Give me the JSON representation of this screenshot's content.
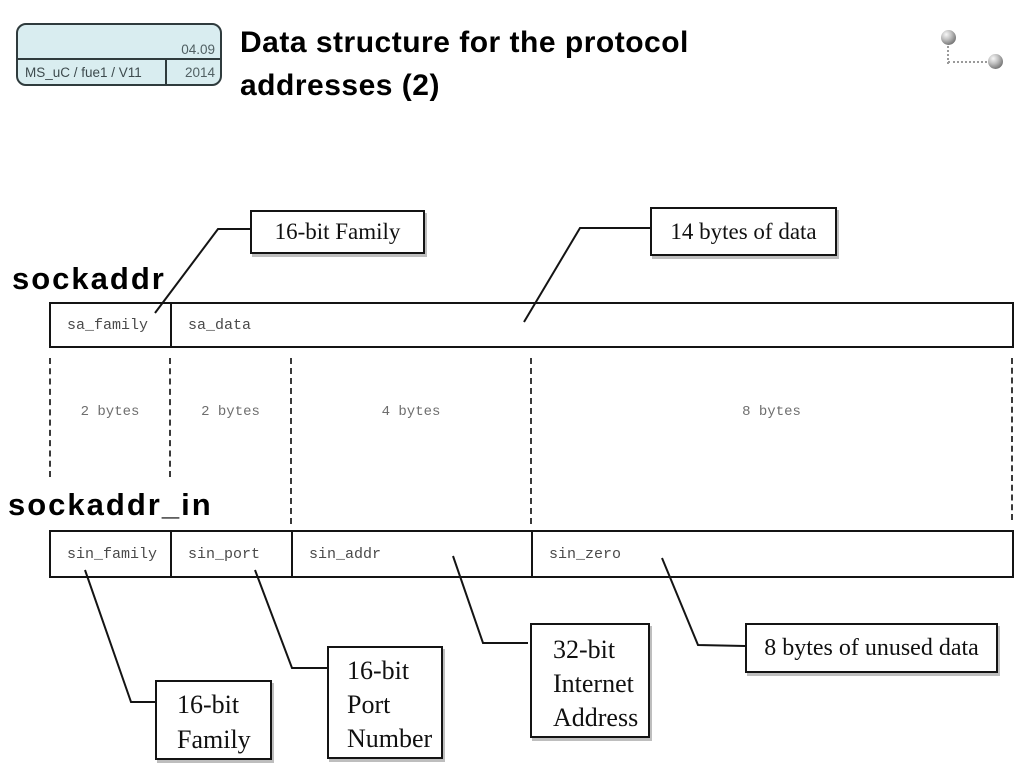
{
  "header": {
    "stamp": {
      "course": "MS_uC / fue1 / V11",
      "date_day": "04.09",
      "date_year": "2014",
      "bg_color": "#d9edf0"
    },
    "title_line1": "Data structure for the protocol",
    "title_line2": "addresses (2)"
  },
  "diagram": {
    "sockaddr": {
      "label": "sockaddr",
      "fields": [
        "sa_family",
        "sa_data"
      ]
    },
    "sockaddr_in": {
      "label": "sockaddr_in",
      "fields": [
        "sin_family",
        "sin_port",
        "sin_addr",
        "sin_zero"
      ]
    },
    "byte_sizes": [
      "2 bytes",
      "2 bytes",
      "4 bytes",
      "8 bytes"
    ],
    "callouts": {
      "family_top": {
        "text": "16-bit Family"
      },
      "data_top": {
        "text": "14 bytes of data"
      },
      "family_bottom": {
        "lines": [
          "16-bit",
          "Family"
        ]
      },
      "port": {
        "lines": [
          "16-bit",
          "Port",
          "Number"
        ]
      },
      "addr": {
        "lines": [
          "32-bit",
          "Internet",
          "Address"
        ]
      },
      "zero": {
        "text": "8 bytes of unused data"
      }
    }
  }
}
